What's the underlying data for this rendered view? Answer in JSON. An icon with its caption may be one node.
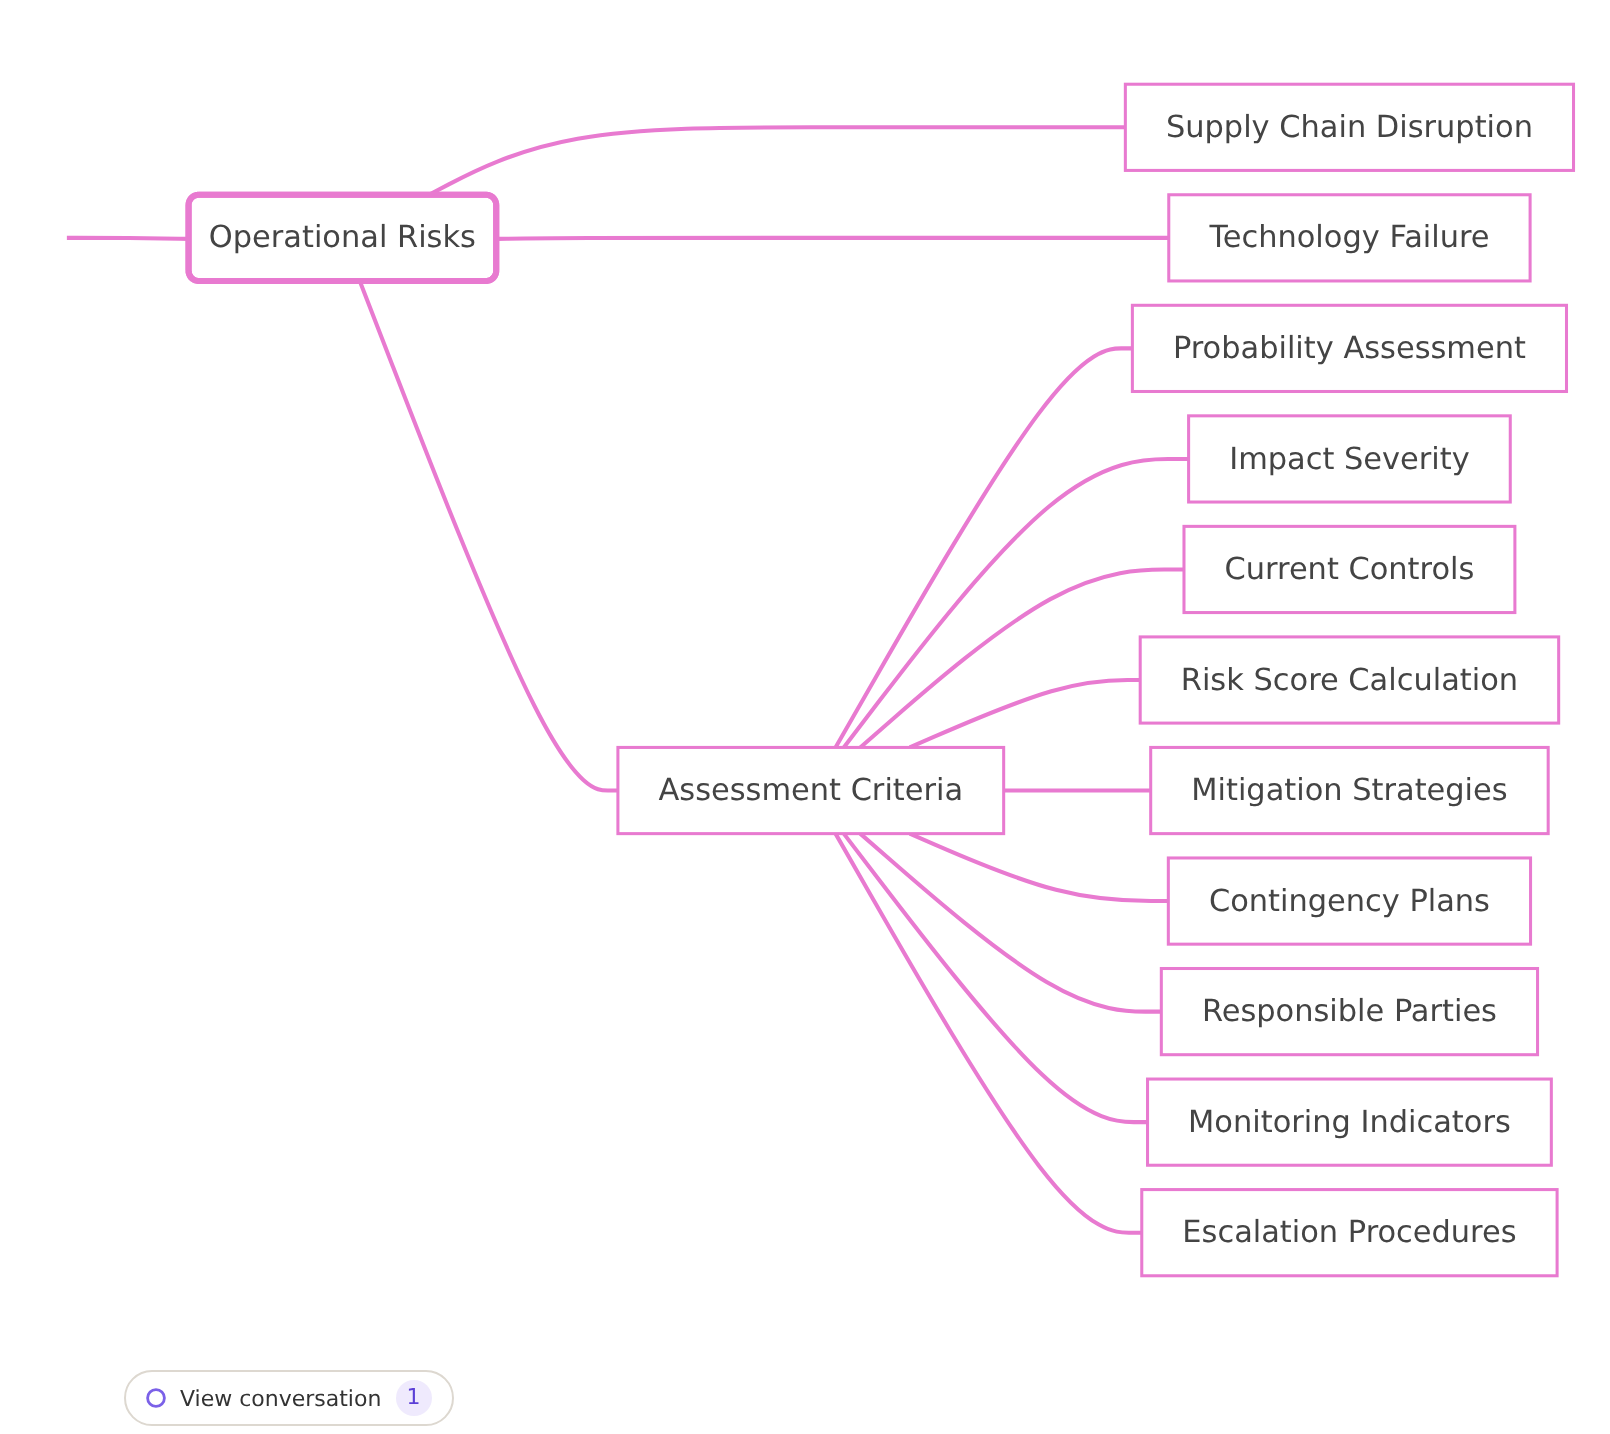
{
  "diagram": {
    "nodes": [
      {
        "text": [
          "Operational Risks"
        ]
      },
      {
        "text": [
          "Supply Chain Disruption"
        ]
      },
      {
        "text": [
          "Technology Failure"
        ]
      },
      {
        "text": [
          "Assessment Criteria"
        ]
      },
      {
        "text": [
          "Probability Assessment"
        ]
      },
      {
        "text": [
          "Impact Severity"
        ]
      },
      {
        "text": [
          "Current Controls"
        ]
      },
      {
        "text": [
          "Risk Score Calculation"
        ]
      },
      {
        "text": [
          "Mitigation Strategies"
        ]
      },
      {
        "text": [
          "Contingency Plans"
        ]
      },
      {
        "text": [
          "Responsible Parties"
        ]
      },
      {
        "text": [
          "Monitoring Indicators"
        ]
      },
      {
        "text": [
          "Escalation Procedures"
        ]
      }
    ],
    "edges": [
      {
        "from": null,
        "to": 0,
        "arrow": "none"
      },
      {
        "from": 0,
        "to": 1,
        "arrow": "none"
      },
      {
        "from": 0,
        "to": 2,
        "arrow": "none"
      },
      {
        "from": 0,
        "to": 3,
        "arrow": "none"
      },
      {
        "from": 3,
        "to": 4,
        "arrow": "none"
      },
      {
        "from": 3,
        "to": 5,
        "arrow": "none"
      },
      {
        "from": 3,
        "to": 6,
        "arrow": "none"
      },
      {
        "from": 3,
        "to": 7,
        "arrow": "none"
      },
      {
        "from": 3,
        "to": 8,
        "arrow": "none"
      },
      {
        "from": 3,
        "to": 9,
        "arrow": "none"
      },
      {
        "from": 3,
        "to": 10,
        "arrow": "none"
      },
      {
        "from": 3,
        "to": 11,
        "arrow": "none"
      },
      {
        "from": 3,
        "to": 12,
        "arrow": "none"
      }
    ],
    "labels": [
      "View conversation",
      "1"
    ]
  }
}
